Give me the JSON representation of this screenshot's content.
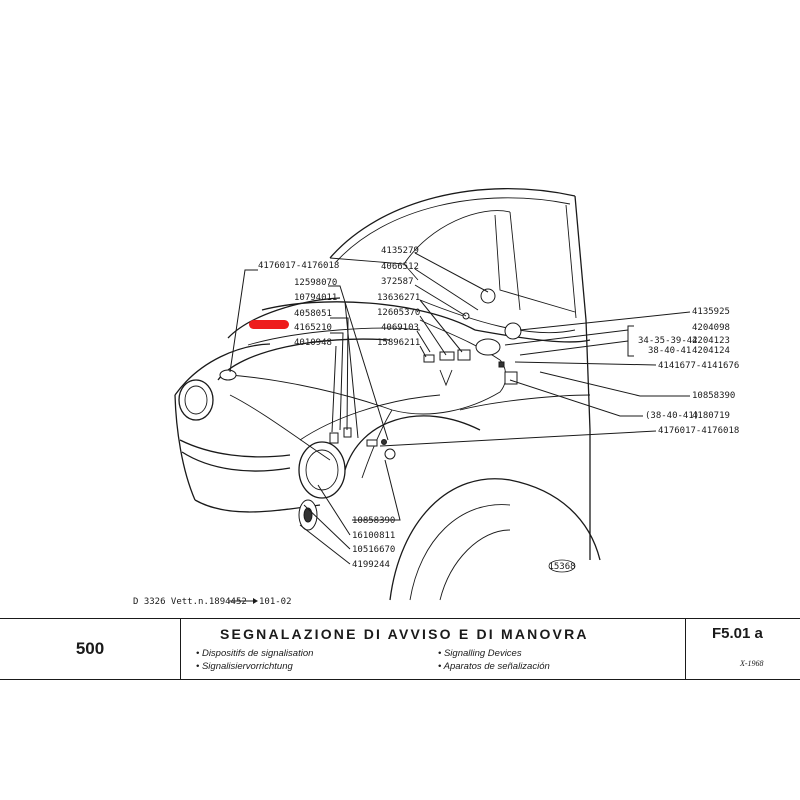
{
  "labels_left": [
    "4176017-4176018",
    "12598070",
    "10794011",
    "4058051",
    "4165210",
    "4010948"
  ],
  "labels_center": [
    "4135279",
    "4066512",
    "372587",
    "13636271",
    "12605370",
    "4069103",
    "15896211"
  ],
  "labels_right": [
    "4135925",
    "4204098",
    "4204123",
    "4204124",
    "4141677-4141676",
    "10858390",
    "4180719",
    "4176017-4176018"
  ],
  "bracket_note_1": "34-35-39-42",
  "bracket_note_2": "38-40-41",
  "paren_note": "(38-40-41)",
  "labels_bottom": [
    "10858390",
    "16100811",
    "10516670",
    "4199244"
  ],
  "figure_number": "15368",
  "vehicle_note": "D 3326 Vett.n.1894452",
  "vehicle_note_end": "101-02",
  "highlight_color": "#ee1c1c",
  "footer": {
    "model": "500",
    "title": "SEGNALAZIONE DI AVVISO E DI MANOVRA",
    "fr": "• Dispositifs de signalisation",
    "de": "• Signalisiervorrichtung",
    "en": "• Signalling Devices",
    "es": "• Aparatos de señalización",
    "code": "F5.01 a",
    "date": "X-1968"
  }
}
